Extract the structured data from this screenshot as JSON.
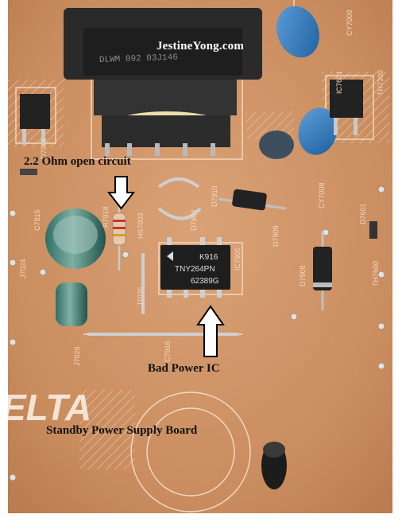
{
  "watermark": "JestineYong.com",
  "annotations": {
    "resistor": "2.2 Ohm open circuit",
    "ic": "Bad Power IC",
    "board": "Standby Power Supply Board"
  },
  "ic_marking": {
    "line1": "K916",
    "line2": "TNY264PN",
    "line3": "62389G"
  },
  "silkscreen": {
    "transformer": "DLWM 092 03J146",
    "board_logo": "ELTA",
    "c_top_right": "CY7008",
    "ic_top_right": "IC7601",
    "th_top_right": "TH7300",
    "d_left": "D7905",
    "r_vertical": "R7918",
    "hs": "HS7003",
    "d7904": "D7904",
    "d7910": "D7910",
    "d7909": "D7909",
    "cy_mid": "CY7008",
    "d7601": "D7601",
    "c7815": "C7815",
    "j7024": "J7024",
    "j7025": "J7025",
    "ic7905": "IC7905",
    "d7908": "D7908",
    "th7600": "TH7600",
    "j7026": "J7026",
    "c7916": "C7916"
  }
}
